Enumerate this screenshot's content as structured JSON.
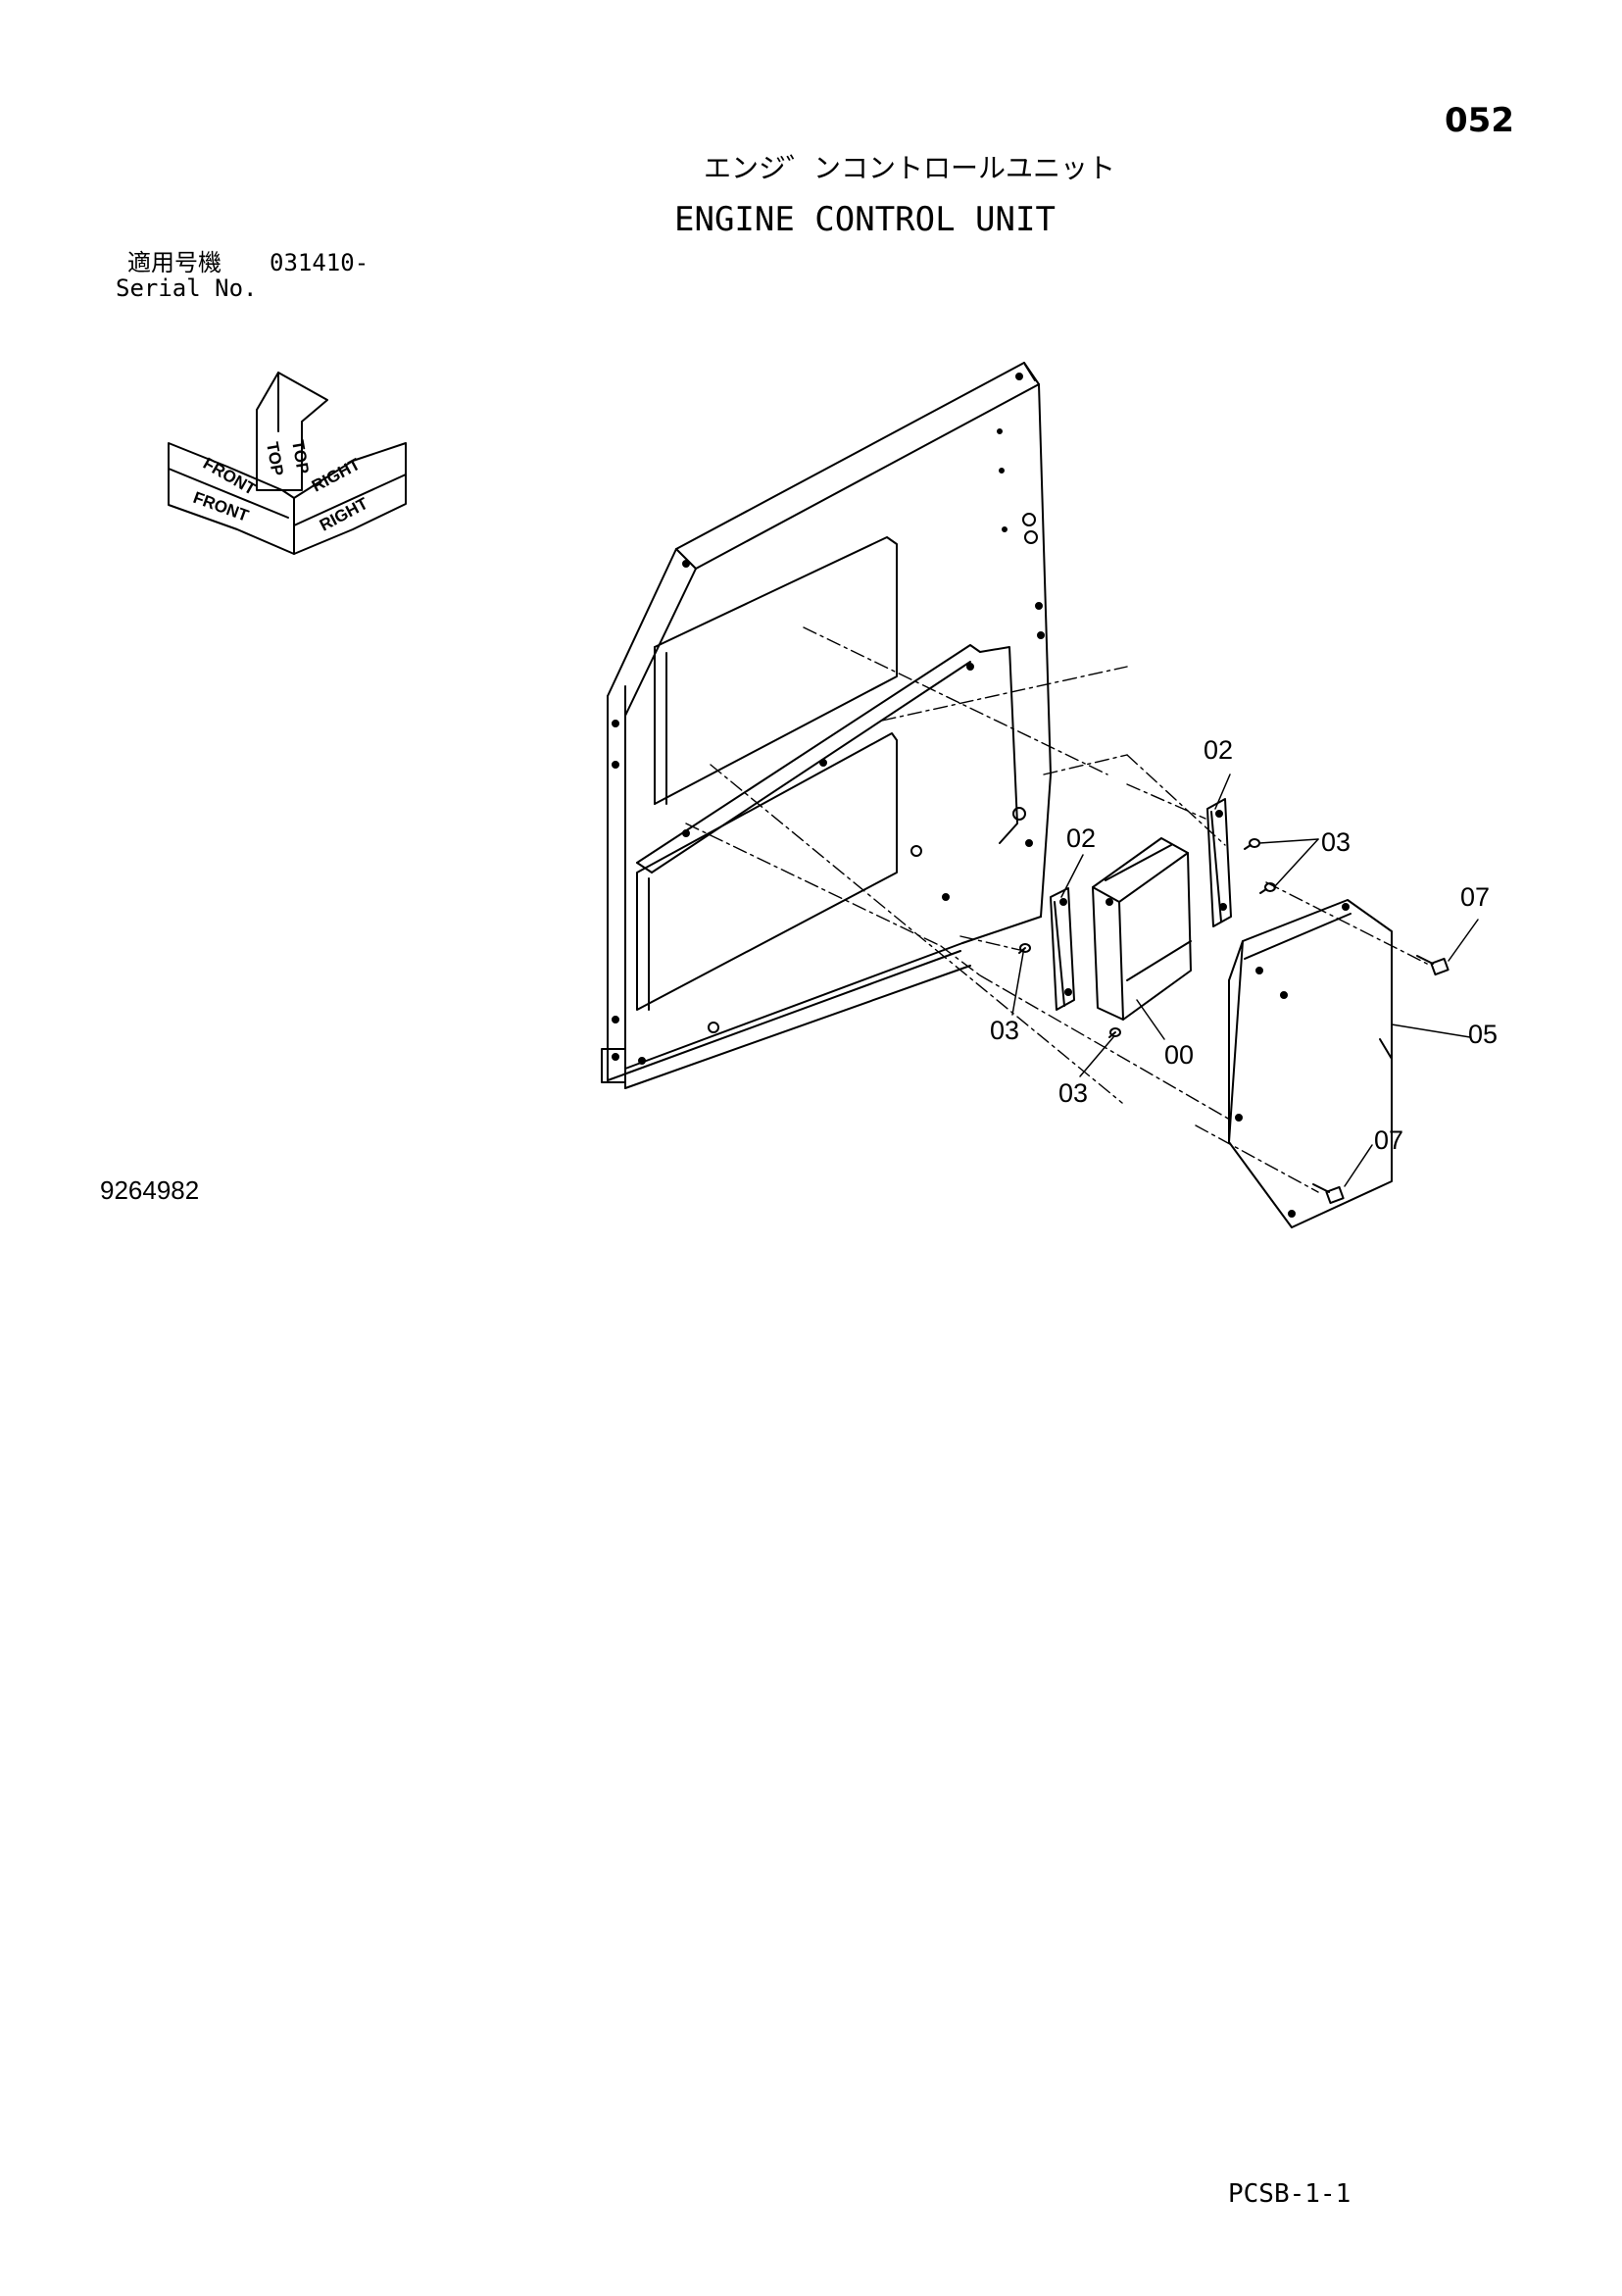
{
  "header": {
    "page_number": "052",
    "title_jp": "エンジ゛ンコントロールユニット",
    "title_en": "ENGINE CONTROL UNIT"
  },
  "serial": {
    "label_jp": "適用号機",
    "value": "031410-",
    "label_en": "Serial No."
  },
  "orientation": {
    "front": "FRONT",
    "top": "TOP",
    "right": "RIGHT"
  },
  "callouts": {
    "c00": "00",
    "c02a": "02",
    "c02b": "02",
    "c03a": "03",
    "c03b": "03",
    "c03c": "03",
    "c05": "05",
    "c07a": "07",
    "c07b": "07"
  },
  "drawing_number": "9264982",
  "footer_code": "PCSB-1-1"
}
